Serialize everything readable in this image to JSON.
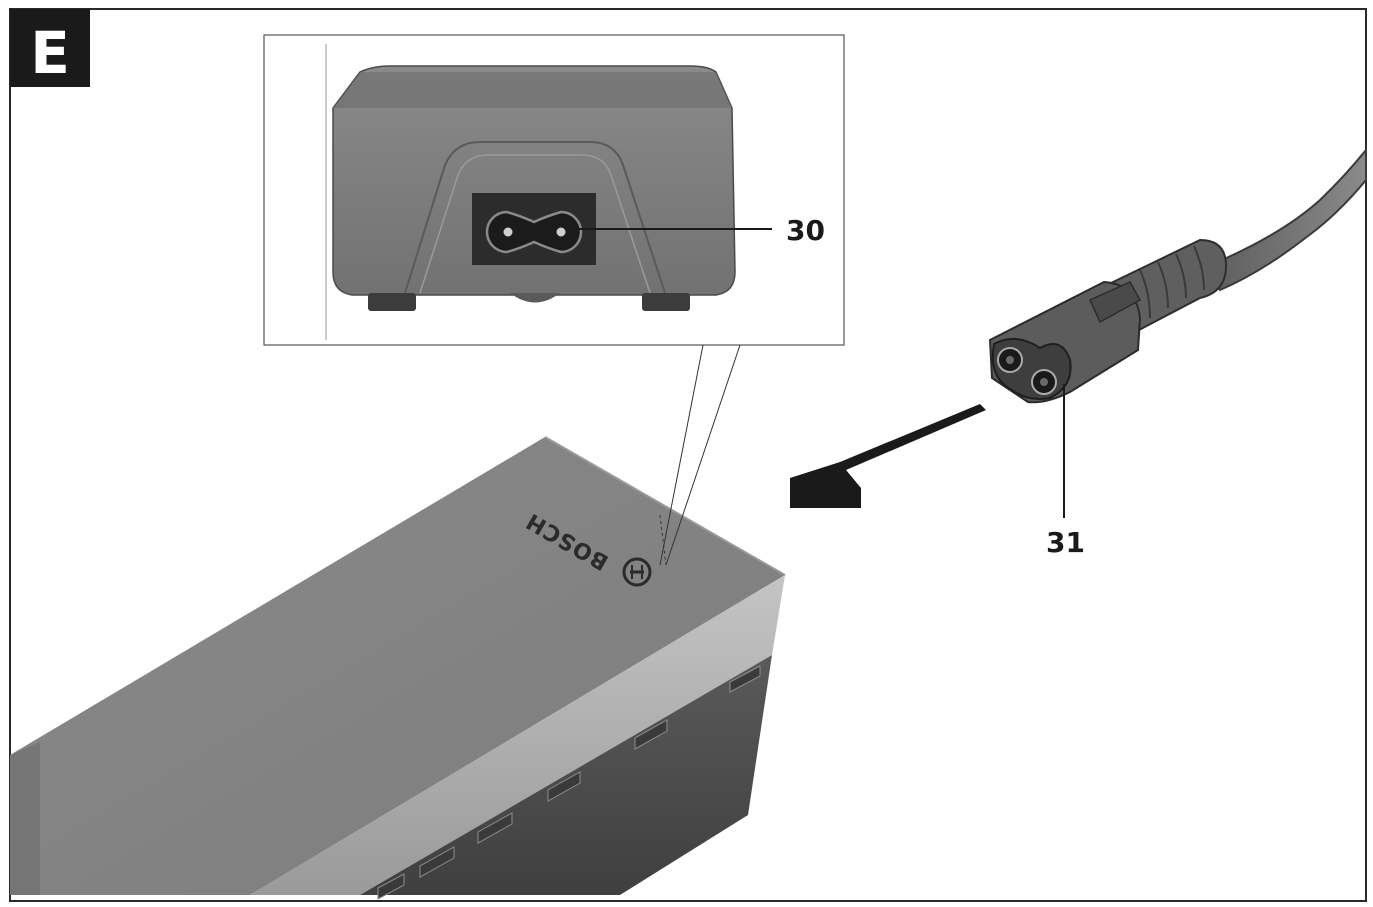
{
  "figure": {
    "section_label": "E",
    "brand_text": "BOSCH"
  },
  "callouts": [
    {
      "id": "30",
      "label": "30",
      "part": "charger-socket"
    },
    {
      "id": "31",
      "label": "31",
      "part": "power-cable-plug"
    }
  ],
  "colors": {
    "frame": "#2a2a2a",
    "label_bg": "#1a1a1a",
    "body_dark": "#4f4f4f",
    "body_mid": "#7a7a7a",
    "body_light": "#a8a8a8",
    "socket_panel": "#2c2c2c"
  },
  "icons": {
    "arrow": "insert-direction-arrow-icon",
    "logo": "bosch-armature-logo-icon"
  }
}
